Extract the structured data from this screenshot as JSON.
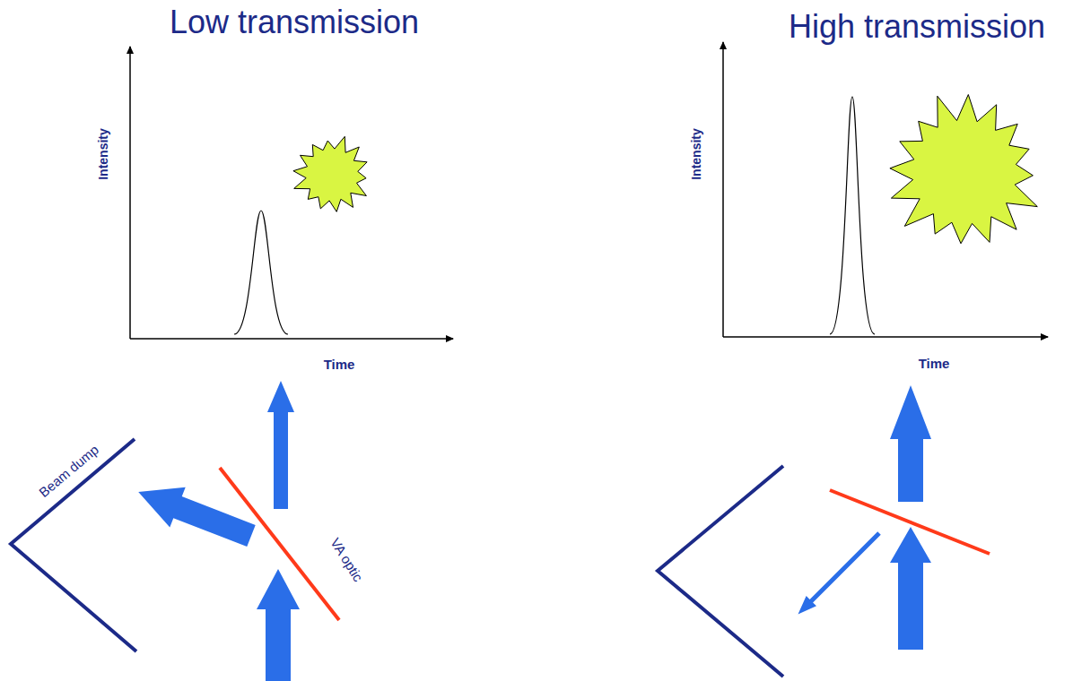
{
  "diagram": {
    "labels": [
      "Low transmission",
      "Intensity",
      "Time",
      "Beam dump",
      "VA optic",
      "High transmission",
      "Intensity",
      "Time"
    ]
  }
}
